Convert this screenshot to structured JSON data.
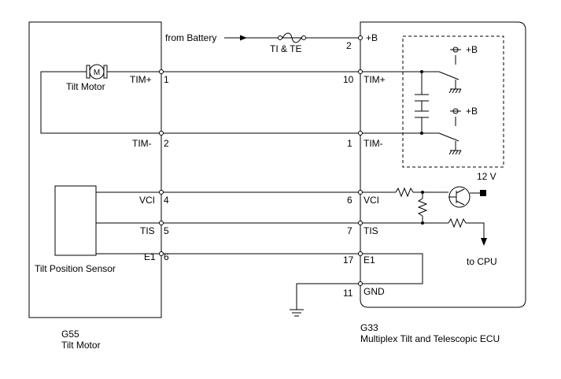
{
  "left_component": {
    "code": "G55",
    "name": "Tilt Motor",
    "motor_symbol": "M",
    "motor_label": "Tilt Motor",
    "sensor_label": "Tilt Position Sensor"
  },
  "ecu": {
    "code": "G33",
    "name": "Multiplex Tilt and Telescopic ECU",
    "voltage_label": "12 V",
    "plus_b": "+B",
    "to_cpu": "to CPU"
  },
  "power": {
    "from_label": "from Battery",
    "fuse_label": "TI & TE",
    "pin": "2",
    "signal": "+B"
  },
  "left_connector": [
    {
      "signal": "TIM+",
      "pin": "1"
    },
    {
      "signal": "TIM-",
      "pin": "2"
    },
    {
      "signal": "VCI",
      "pin": "4"
    },
    {
      "signal": "TIS",
      "pin": "5"
    },
    {
      "signal": "E1",
      "pin": "6"
    }
  ],
  "right_connector": [
    {
      "pin": "10",
      "signal": "TIM+"
    },
    {
      "pin": "1",
      "signal": "TIM-"
    },
    {
      "pin": "6",
      "signal": "VCI"
    },
    {
      "pin": "7",
      "signal": "TIS"
    },
    {
      "pin": "17",
      "signal": "E1"
    },
    {
      "pin": "11",
      "signal": "GND"
    }
  ]
}
